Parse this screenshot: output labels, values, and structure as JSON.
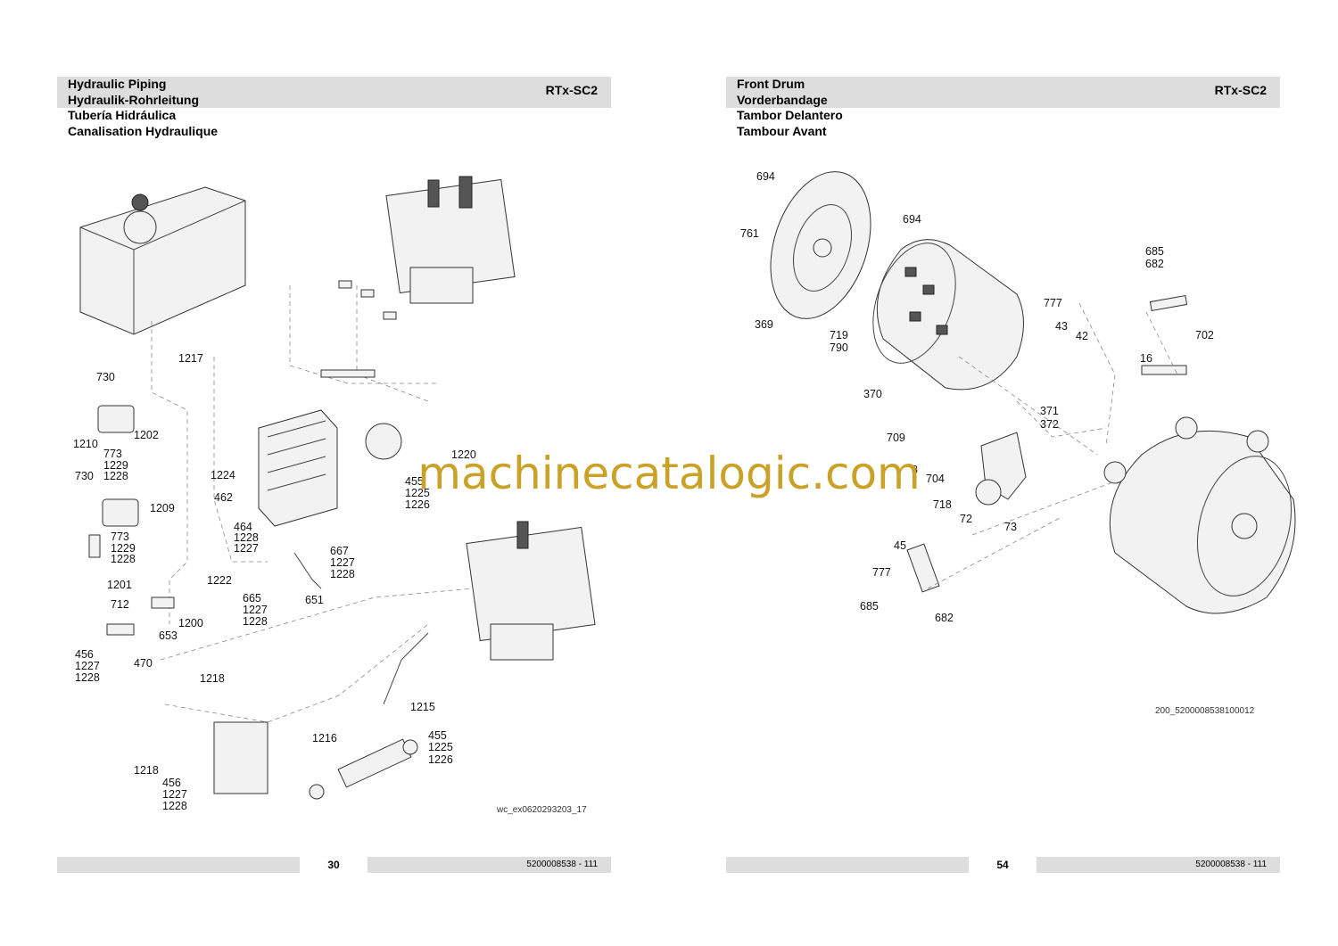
{
  "left_page": {
    "titles": [
      "Hydraulic Piping",
      "Hydraulik-Rohrleitung",
      "Tubería Hidráulica",
      "Canalisation Hydraulique"
    ],
    "model": "RTx-SC2",
    "figure_ref": "wc_ex0620293203_17",
    "page_number": "30",
    "doc_number": "5200008538 - 111",
    "callouts": [
      "1217",
      "730",
      "1202",
      "1210",
      "773",
      "1229",
      "1228",
      "730",
      "1209",
      "773",
      "1229",
      "1228",
      "1201",
      "712",
      "1200",
      "653",
      "456",
      "1227",
      "1228",
      "470",
      "1224",
      "462",
      "464",
      "1228",
      "1227",
      "1222",
      "665",
      "1227",
      "1228",
      "651",
      "667",
      "1227",
      "1228",
      "1220",
      "455",
      "1225",
      "1226",
      "1218",
      "1218",
      "456",
      "1227",
      "1228",
      "1215",
      "1216",
      "455",
      "1225",
      "1226"
    ]
  },
  "right_page": {
    "titles": [
      "Front Drum",
      "Vorderbandage",
      "Tambor Delantero",
      "Tambour Avant"
    ],
    "model": "RTx-SC2",
    "figure_ref": "200_5200008538100012",
    "page_number": "54",
    "doc_number": "5200008538 - 111",
    "callouts": [
      "694",
      "761",
      "694",
      "369",
      "719",
      "790",
      "370",
      "685",
      "682",
      "777",
      "43",
      "42",
      "702",
      "16",
      "371",
      "372",
      "709",
      "8",
      "704",
      "718",
      "72",
      "73",
      "45",
      "777",
      "685",
      "682"
    ]
  },
  "watermark": "machinecatalogic.com"
}
